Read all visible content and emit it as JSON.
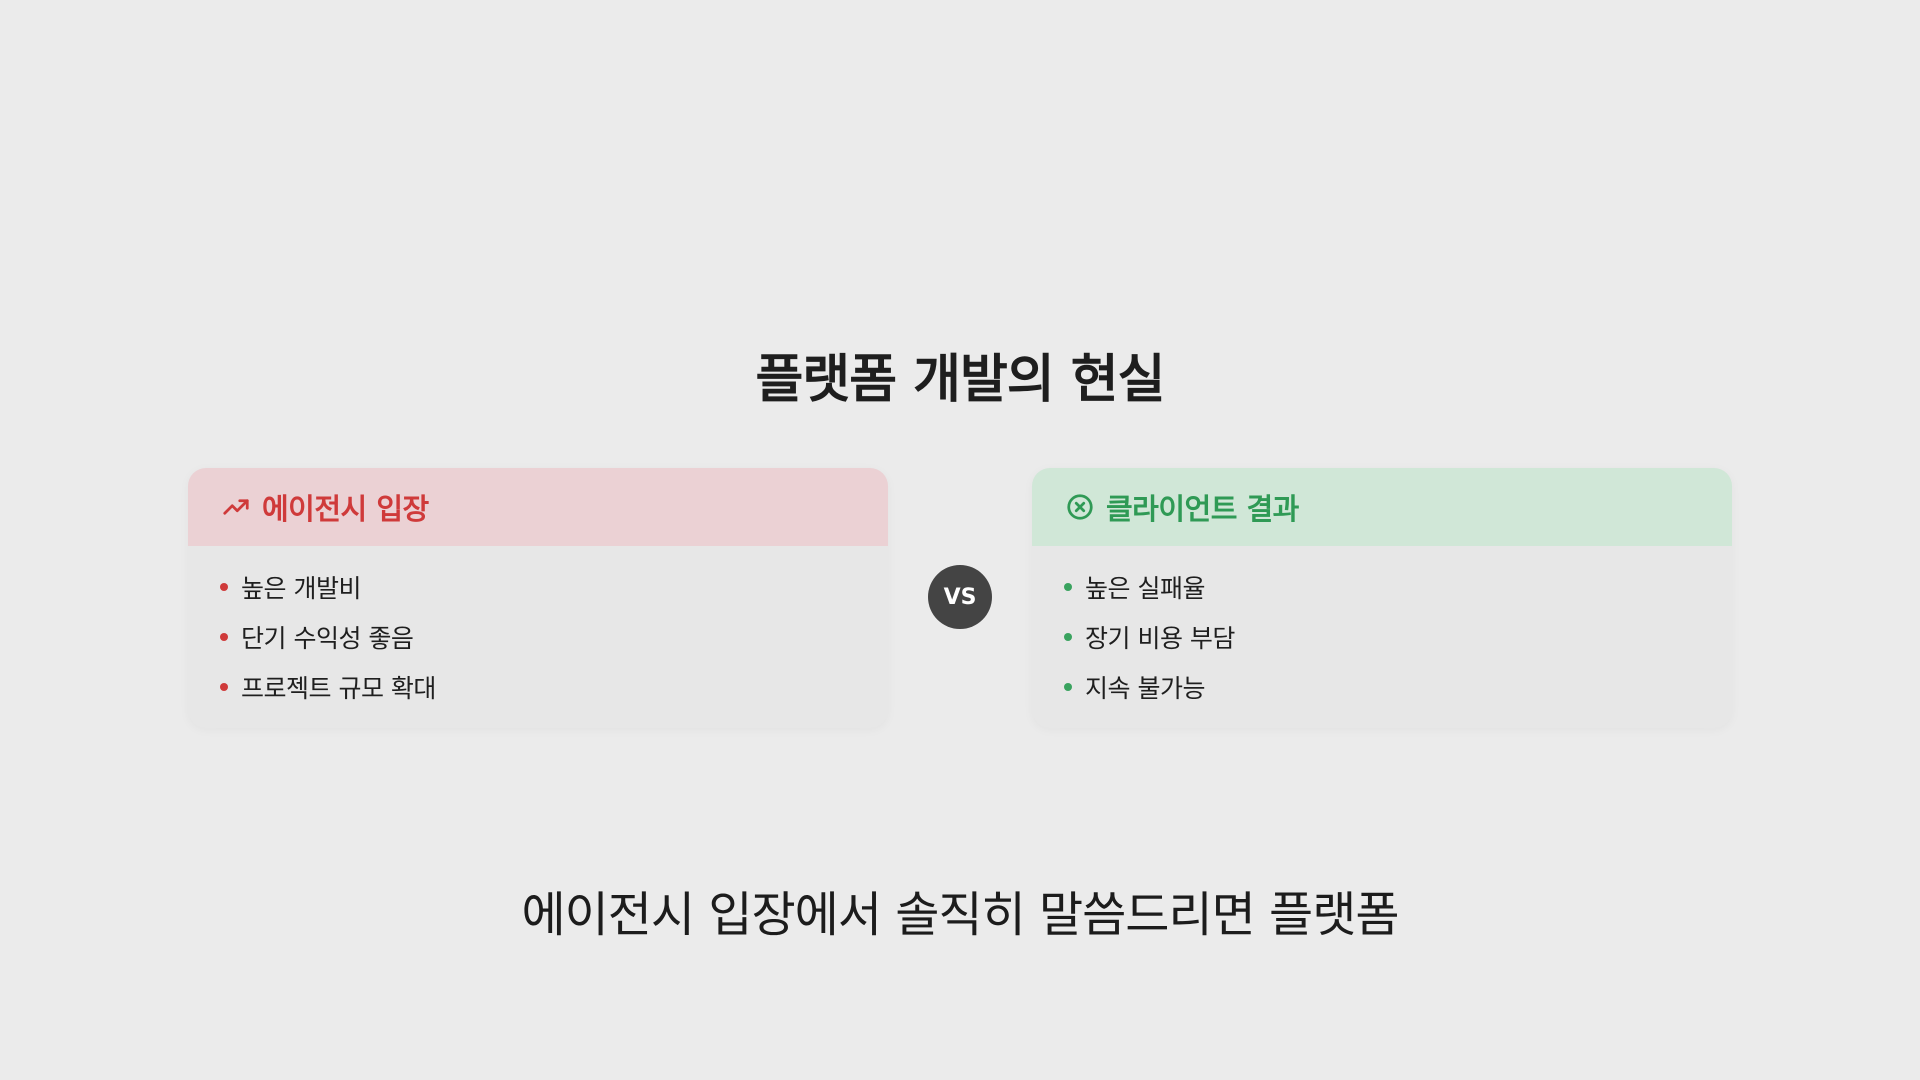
{
  "title": "플랫폼 개발의 현실",
  "left_card": {
    "icon": "trending-up-icon",
    "heading": "에이전시 입장",
    "accent_color": "#cf3a3a",
    "items": [
      "높은 개발비",
      "단기 수익성 좋음",
      "프로젝트 규모 확대"
    ]
  },
  "vs_label": "VS",
  "right_card": {
    "icon": "x-circle-icon",
    "heading": "클라이언트 결과",
    "accent_color": "#2f9a55",
    "items": [
      "높은 실패율",
      "장기 비용 부담",
      "지속 불가능"
    ]
  },
  "subtitle": "에이전시 입장에서 솔직히 말씀드리면 플랫폼"
}
